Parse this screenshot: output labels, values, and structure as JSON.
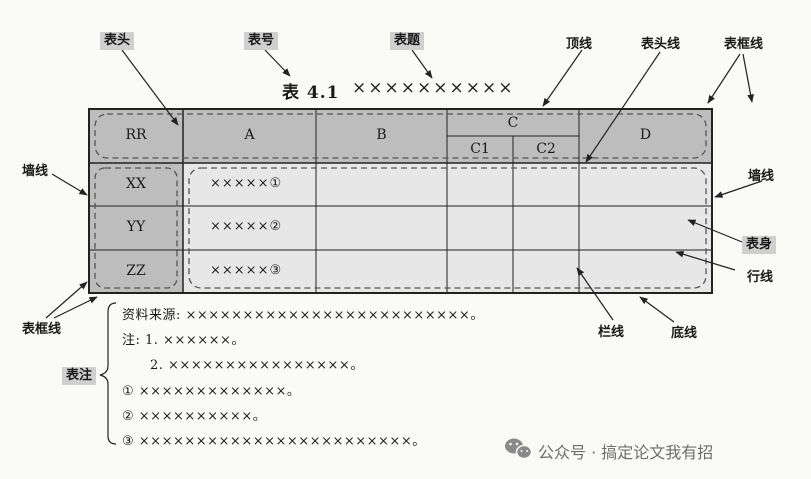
{
  "callouts": {
    "biaotou": "表头",
    "biaohao": "表号",
    "biaoti": "表题",
    "dingxian": "顶线",
    "biaotouxian": "表头线",
    "biaokuangxian_top": "表框线",
    "qiangxian_left": "墙线",
    "qiangxian_right": "墙线",
    "biaoshen": "表身",
    "hangxian": "行线",
    "biaokuangxian_bottom": "表框线",
    "lanxian": "栏线",
    "dixian": "底线",
    "biaozhu": "表注"
  },
  "caption": {
    "number": "表 4.1",
    "title": "××××××××××"
  },
  "table": {
    "corner": "RR",
    "columns": [
      "A",
      "B",
      "C",
      "D"
    ],
    "subcolumns": [
      "C1",
      "C2"
    ],
    "rows": [
      "XX",
      "YY",
      "ZZ"
    ],
    "cells": [
      "×××××①",
      "×××××②",
      "×××××③"
    ]
  },
  "notes": {
    "source": "资料来源: ×××××××××××××××××××××××××。",
    "note1": "注: 1. ××××××。",
    "note2": "2. ××××××××××××××××。",
    "fn1": "① ×××××××××××××。",
    "fn2": "② ××××××××××。",
    "fn3": "③ ××××××××××××××××××××××××。"
  },
  "watermark": {
    "text": "公众号 · 搞定论文我有招",
    "icon": "wechat-icon"
  },
  "colors": {
    "header_fill": "#bdbdbd",
    "body_fill": "#e7e7e7",
    "callout_fill": "#cfcfcf",
    "line": "#222222"
  }
}
